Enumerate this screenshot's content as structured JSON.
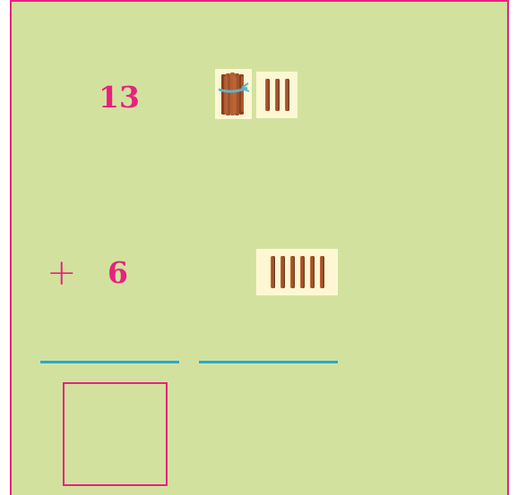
{
  "problem": {
    "first_number": "13",
    "operator": "+",
    "second_number": "6"
  },
  "blocks": {
    "first": {
      "bundles_of_ten": 1,
      "single_sticks": 3
    },
    "second": {
      "bundles_of_ten": 0,
      "single_sticks": 6
    }
  },
  "colors": {
    "background": "#d2e29e",
    "accent": "#e8217f",
    "underline": "#2aa7d1",
    "tile": "#fdf8d3",
    "stick": "#a0522d"
  },
  "icons": {
    "bundle": "bundle-of-ten-sticks-icon",
    "stick": "single-stick-icon"
  }
}
